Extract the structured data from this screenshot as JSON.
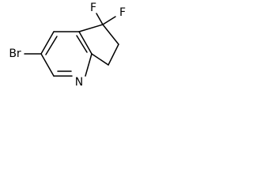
{
  "structure": {
    "atoms": {
      "br": "Br",
      "n": "N",
      "f_left": "F",
      "f_right": "F"
    }
  },
  "colors": {
    "bond": "#000000",
    "label": "#000000",
    "background": "#ffffff"
  }
}
